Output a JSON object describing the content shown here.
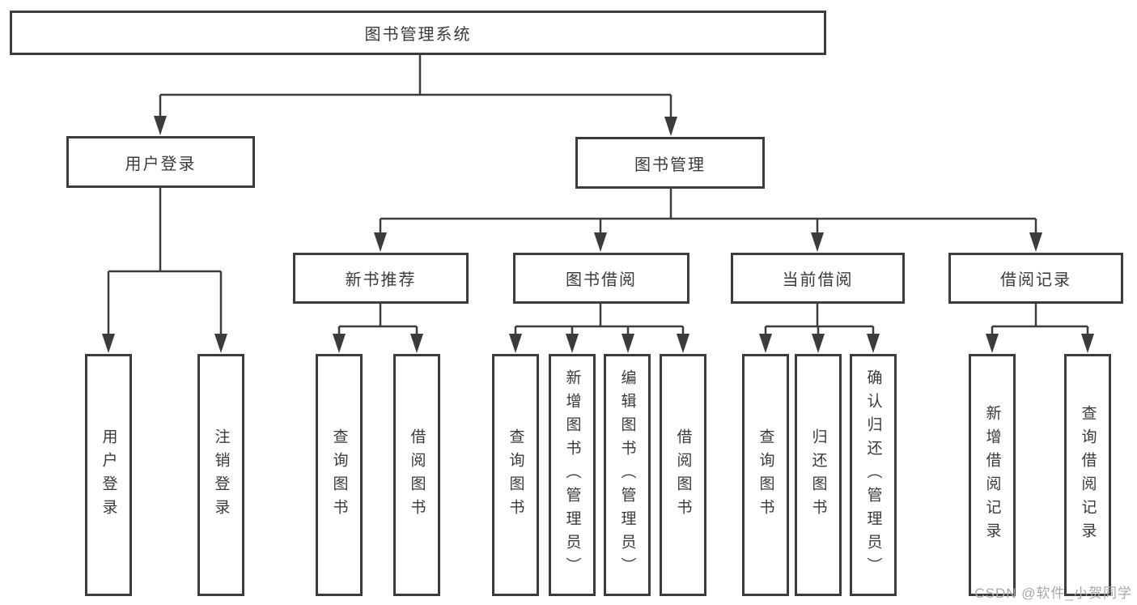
{
  "tree": {
    "label": "图书管理系统",
    "children": [
      {
        "label": "用户登录",
        "children": [
          {
            "label": "用户登录"
          },
          {
            "label": "注销登录"
          }
        ]
      },
      {
        "label": "图书管理",
        "children": [
          {
            "label": "新书推荐",
            "children": [
              {
                "label": "查询图书"
              },
              {
                "label": "借阅图书"
              }
            ]
          },
          {
            "label": "图书借阅",
            "children": [
              {
                "label": "查询图书"
              },
              {
                "label": "新增图书（管理员）"
              },
              {
                "label": "编辑图书（管理员）"
              },
              {
                "label": "借阅图书"
              }
            ]
          },
          {
            "label": "当前借阅",
            "children": [
              {
                "label": "查询图书"
              },
              {
                "label": "归还图书"
              },
              {
                "label": "确认归还（管理员）"
              }
            ]
          },
          {
            "label": "借阅记录",
            "children": [
              {
                "label": "新增借阅记录"
              },
              {
                "label": "查询借阅记录"
              }
            ]
          }
        ]
      }
    ]
  },
  "watermark": {
    "text": "CSDN @软件_小贺同学"
  },
  "colors": {
    "line": "#3c3c3c",
    "text": "#3a3a3a",
    "watermark_text": "#a8a8aa",
    "background": "#ffffff"
  }
}
